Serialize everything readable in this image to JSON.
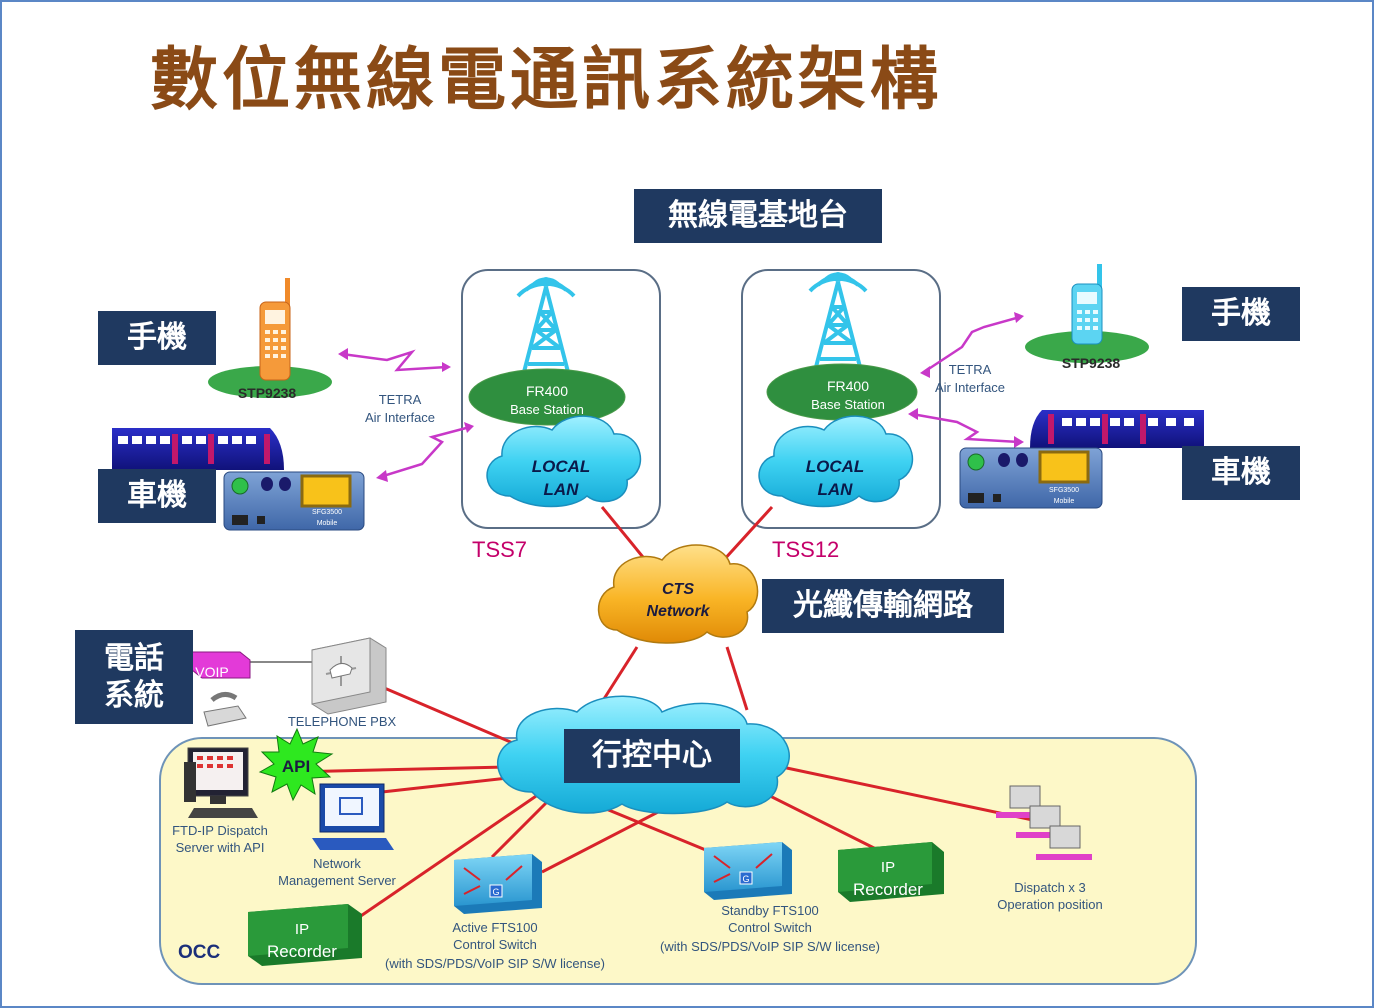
{
  "title": "數位無線電通訊系統架構",
  "labels": {
    "base_station_title": "無線電基地台",
    "handset_left": "手機",
    "vehicle_left": "車機",
    "handset_right": "手機",
    "vehicle_right": "車機",
    "fiber_network": "光纖傳輸網路",
    "telephone_system_line1": "電話",
    "telephone_system_line2": "系統",
    "control_center": "行控中心"
  },
  "diagram": {
    "stp_left": "STP9238",
    "stp_right": "STP9238",
    "tetra_left_1": "TETRA",
    "tetra_left_2": "Air Interface",
    "tetra_right_1": "TETRA",
    "tetra_right_2": "Air Interface",
    "fr400_left_1": "FR400",
    "fr400_left_2": "Base Station",
    "fr400_right_1": "FR400",
    "fr400_right_2": "Base Station",
    "lan_left_1": "LOCAL",
    "lan_left_2": "LAN",
    "lan_right_1": "LOCAL",
    "lan_right_2": "LAN",
    "tss_left": "TSS7",
    "tss_right": "TSS12",
    "cts_1": "CTS",
    "cts_2": "Network",
    "voip": "VOIP",
    "pbx": "TELEPHONE PBX",
    "api": "API",
    "ftd_1": "FTD-IP Dispatch",
    "ftd_2": "Server with API",
    "nms_1": "Network",
    "nms_2": "Management Server",
    "ip_rec_left_1": "IP",
    "ip_rec_left_2": "Recorder",
    "ip_rec_right_1": "IP",
    "ip_rec_right_2": "Recorder",
    "active_1": "Active FTS100",
    "active_2": "Control Switch",
    "active_3": "(with SDS/PDS/VoIP  SIP S/W license)",
    "standby_1": "Standby FTS100",
    "standby_2": "Control Switch",
    "standby_3": "(with SDS/PDS/VoIP  SIP S/W license)",
    "dispatch_1": "Dispatch x 3",
    "dispatch_2": "Operation position",
    "occ": "OCC",
    "mobile_left_model": "SFG3500",
    "mobile_left_type": "Mobile",
    "mobile_right_model": "SFG3500",
    "mobile_right_type": "Mobile",
    "switch_g": "G"
  },
  "colors": {
    "title": "#8a4a16",
    "navy_label": "#1f3960",
    "link_red": "#d8232a",
    "cloud_cyan": "#29c9ee",
    "cloud_orange": "#f7b21b",
    "occ_fill": "#fdf8c8",
    "tss_text": "#c4006a",
    "radio_wave": "#c838c8",
    "recorder_green": "#1a7a2a"
  }
}
